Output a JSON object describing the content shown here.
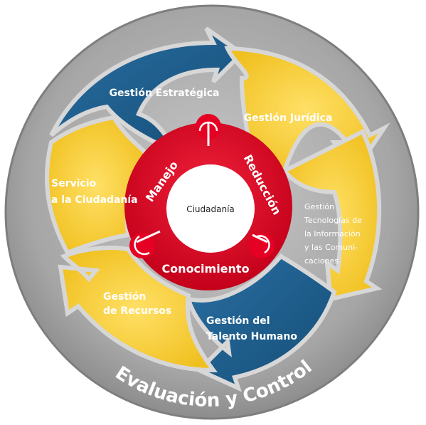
{
  "center": {
    "label": "Ciudadanía"
  },
  "inner_ring": {
    "labels": [
      "Manejo",
      "Reducción",
      "Conocimiento"
    ],
    "color": "#d7001c"
  },
  "segments": [
    {
      "id": "estrategica",
      "lines": [
        "Gestión Estratégica"
      ],
      "color": "#1a5a87"
    },
    {
      "id": "juridica",
      "lines": [
        "Gestión Jurídica"
      ],
      "color": "#f5cc2c"
    },
    {
      "id": "tic",
      "lines": [
        "Gestión",
        "Tecnologías de",
        "la Información",
        "y las Comuni-",
        "caciones"
      ],
      "color": "#f5cc2c"
    },
    {
      "id": "talento",
      "lines": [
        "Gestión del",
        "Talento Humano"
      ],
      "color": "#1a5a87"
    },
    {
      "id": "recursos",
      "lines": [
        "Gestión",
        "de Recursos"
      ],
      "color": "#f5cc2c"
    },
    {
      "id": "ciudadania",
      "lines": [
        "Servicio",
        "a la Ciudadanía"
      ],
      "color": "#f5cc2c"
    }
  ],
  "outer_ring": {
    "label": "Evaluación y Control",
    "color": "#a8a8a8"
  }
}
